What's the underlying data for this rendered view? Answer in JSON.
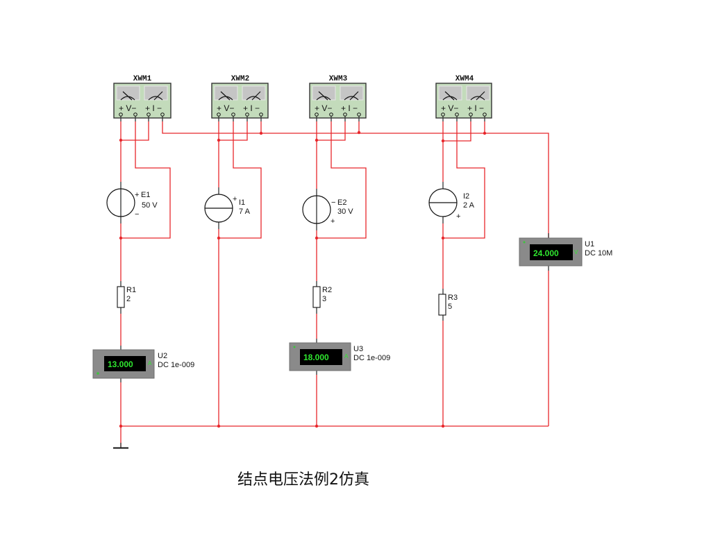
{
  "caption": "结点电压法例2仿真",
  "wattmeters": [
    {
      "id": "XWM1",
      "label": "XWM1",
      "v_terminal": "+ V−",
      "i_terminal": "+ I −"
    },
    {
      "id": "XWM2",
      "label": "XWM2",
      "v_terminal": "+ V−",
      "i_terminal": "+ I −"
    },
    {
      "id": "XWM3",
      "label": "XWM3",
      "v_terminal": "+ V−",
      "i_terminal": "+ I −"
    },
    {
      "id": "XWM4",
      "label": "XWM4",
      "v_terminal": "+ V−",
      "i_terminal": "+ I −"
    }
  ],
  "sources": {
    "E1": {
      "name": "E1",
      "value": "50 V",
      "top_sign": "+",
      "bottom_sign": "−"
    },
    "I1": {
      "name": "I1",
      "value": "7 A",
      "top_sign": "+"
    },
    "E2": {
      "name": "E2",
      "value": "30 V",
      "top_sign": "−",
      "bottom_sign": "+"
    },
    "I2": {
      "name": "I2",
      "value": "2 A",
      "bottom_sign": "+"
    }
  },
  "resistors": {
    "R1": {
      "name": "R1",
      "value": "2"
    },
    "R2": {
      "name": "R2",
      "value": "3"
    },
    "R3": {
      "name": "R3",
      "value": "5"
    }
  },
  "meters": {
    "U1": {
      "name": "U1",
      "reading": "24.000",
      "mode": "DC  10M",
      "unit_marker": "V",
      "color": "#2fe62f"
    },
    "U2": {
      "name": "U2",
      "reading": "13.000",
      "mode": "DC  1e-009",
      "unit_marker": "A",
      "color": "#2fe62f"
    },
    "U3": {
      "name": "U3",
      "reading": "18.000",
      "mode": "DC  1e-009",
      "unit_marker": "A",
      "color": "#2fe62f"
    }
  },
  "colors": {
    "wire": "#e8262b",
    "wattmeter_body": "#c3dbbb",
    "meter_body": "#8a8a8a",
    "meter_display_text": "#2fe62f"
  }
}
